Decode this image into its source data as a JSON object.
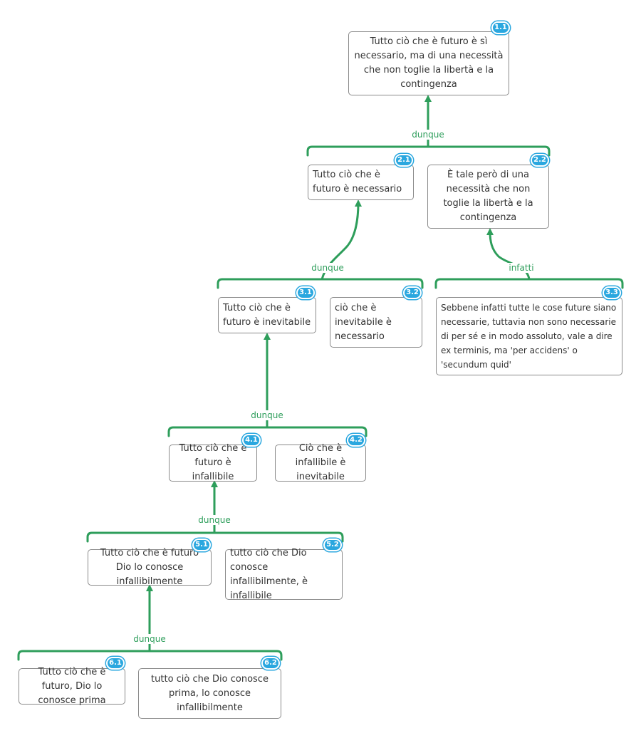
{
  "theme": {
    "connector_color": "#2e9e5b",
    "badge_color": "#2aa7df",
    "border_color": "#8a8a8a",
    "text_color": "#333333"
  },
  "nodes": {
    "n11": {
      "id": "1.1",
      "text": "Tutto ciò che è futuro è sì necessario, ma di una necessità che non toglie la libertà e la contingenza"
    },
    "n21": {
      "id": "2.1",
      "text": "Tutto ciò che è futuro è necessario"
    },
    "n22": {
      "id": "2.2",
      "text": "È tale però di una necessità che non toglie la libertà e la contingenza"
    },
    "n31": {
      "id": "3.1",
      "text": "Tutto ciò che è futuro è inevitabile"
    },
    "n32": {
      "id": "3.2",
      "text": "ciò che è inevitabile è necessario"
    },
    "n33": {
      "id": "3.3",
      "text": "Sebbene infatti tutte le cose future siano necessarie, tuttavia non sono necessarie di per sé e in modo assoluto, vale a dire ex terminis, ma 'per accidens' o 'secundum quid'"
    },
    "n41": {
      "id": "4.1",
      "text": "Tutto ciò che è futuro è infallibile"
    },
    "n42": {
      "id": "4.2",
      "text": "Ciò che è infallibile è inevitabile"
    },
    "n51": {
      "id": "5.1",
      "text": "Tutto ciò che è futuro Dio lo conosce infallibilmente"
    },
    "n52": {
      "id": "5.2",
      "text": "tutto ciò che Dio conosce infallibilmente, è infallibile"
    },
    "n61": {
      "id": "6.1",
      "text": "Tutto ciò che è futuro, Dio lo conosce prima"
    },
    "n62": {
      "id": "6.2",
      "text": "tutto ciò che Dio conosce prima, lo conosce infallibilmente"
    }
  },
  "relations": {
    "r1": "dunque",
    "r2": "dunque",
    "r3": "infatti",
    "r4": "dunque",
    "r5": "dunque",
    "r6": "dunque"
  }
}
